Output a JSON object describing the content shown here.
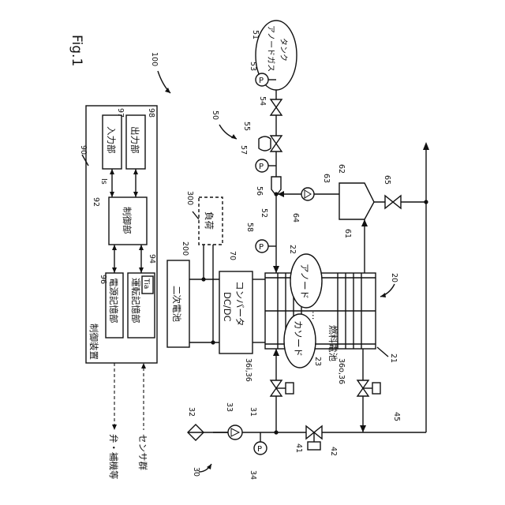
{
  "figure": {
    "title": "Fig.1",
    "system_ref": "100"
  },
  "components": {
    "controller": {
      "ref": "90",
      "label": "制御装置"
    },
    "input_unit": {
      "ref": "97",
      "label": "入力部"
    },
    "output_unit": {
      "ref": "98",
      "label": "出力部"
    },
    "control_unit": {
      "ref": "92",
      "label": "制御部"
    },
    "power_storage_unit": {
      "ref": "96",
      "label": "電源記憶部"
    },
    "operation_storage_unit": {
      "ref": "94",
      "label": "運転記憶部"
    },
    "tia_box": {
      "label": "Tia"
    },
    "signal_is": {
      "label": "Is"
    },
    "secondary_battery": {
      "ref": "200",
      "label": "二次電池"
    },
    "load": {
      "ref": "300",
      "label": "負荷"
    },
    "dcdc_converter": {
      "ref": "70",
      "label_line1": "DC/DC",
      "label_line2": "コンバータ"
    },
    "fuel_cell": {
      "ref": "20",
      "label": "燃料電池",
      "dots": "…"
    },
    "anode": {
      "ref": "22",
      "label": "アノード"
    },
    "cathode": {
      "ref": "23",
      "label": "カソード"
    },
    "stack_ref": {
      "ref": "21"
    },
    "anode_gas_tank": {
      "ref": "51",
      "label_line1": "アノードガス",
      "label_line2": "タンク"
    },
    "anode_system_ref": {
      "ref": "50"
    },
    "cathode_system_ref": {
      "ref": "30"
    },
    "gas_liquid_separator": {
      "ref": "62"
    }
  },
  "external": {
    "valves_aux": "弁・補機等",
    "sensors": "センサ群"
  },
  "refs": {
    "r53": "53",
    "r54": "54",
    "r55": "55",
    "r57": "57",
    "r56": "56",
    "r52": "52",
    "r58": "58",
    "r64": "64",
    "r63": "63",
    "r65": "65",
    "r61": "61",
    "r32": "32",
    "r33": "33",
    "r31": "31",
    "r34": "34",
    "r41": "41",
    "r42": "42",
    "r45": "45",
    "r36i": "36i,36",
    "r36o": "36o,36"
  },
  "sensor_symbol": "P"
}
